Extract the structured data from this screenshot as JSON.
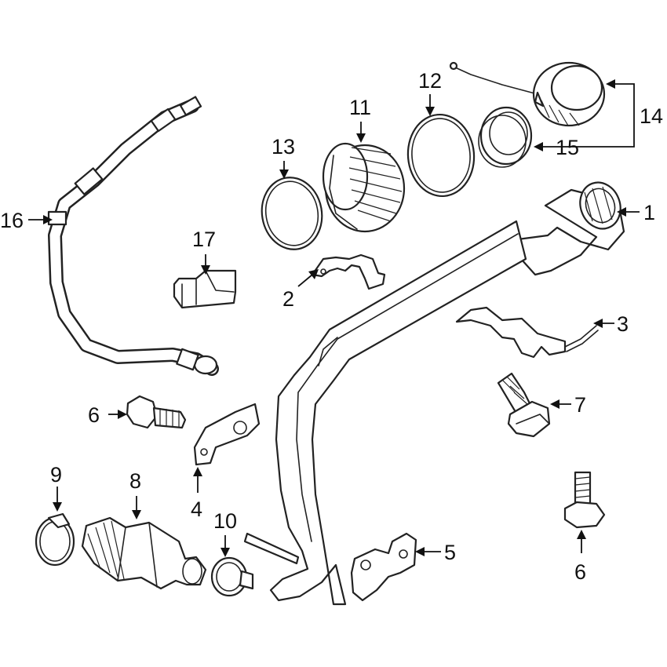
{
  "callouts": {
    "c1": "1",
    "c2": "2",
    "c3": "3",
    "c4": "4",
    "c5": "5",
    "c6a": "6",
    "c6b": "6",
    "c7": "7",
    "c8": "8",
    "c9": "9",
    "c10": "10",
    "c11": "11",
    "c12": "12",
    "c13": "13",
    "c14": "14",
    "c15": "15",
    "c16": "16",
    "c17": "17"
  }
}
